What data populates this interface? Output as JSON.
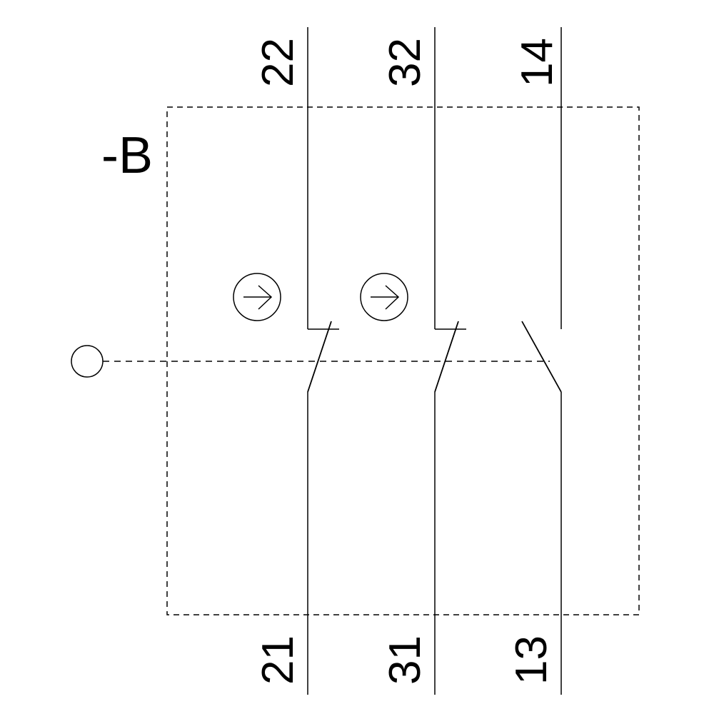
{
  "diagram": {
    "type": "electrical-schematic",
    "description": "Position switch with 2 NC contacts (positively driven) and 1 NO contact",
    "device_reference": "-B",
    "colors": {
      "line": "#000000",
      "background": "#ffffff"
    },
    "contacts": [
      {
        "id": "nc1",
        "kind": "NC",
        "positive_opening": true,
        "terminal_top": "22",
        "terminal_bottom": "21"
      },
      {
        "id": "nc2",
        "kind": "NC",
        "positive_opening": true,
        "terminal_top": "32",
        "terminal_bottom": "31"
      },
      {
        "id": "no1",
        "kind": "NO",
        "positive_opening": false,
        "terminal_top": "14",
        "terminal_bottom": "13"
      }
    ],
    "actuator_symbol": "circle",
    "positive_opening_symbol": "arrow-in-circle",
    "enclosure_style": "dashed-box",
    "linkage_style": "dashed-line"
  }
}
